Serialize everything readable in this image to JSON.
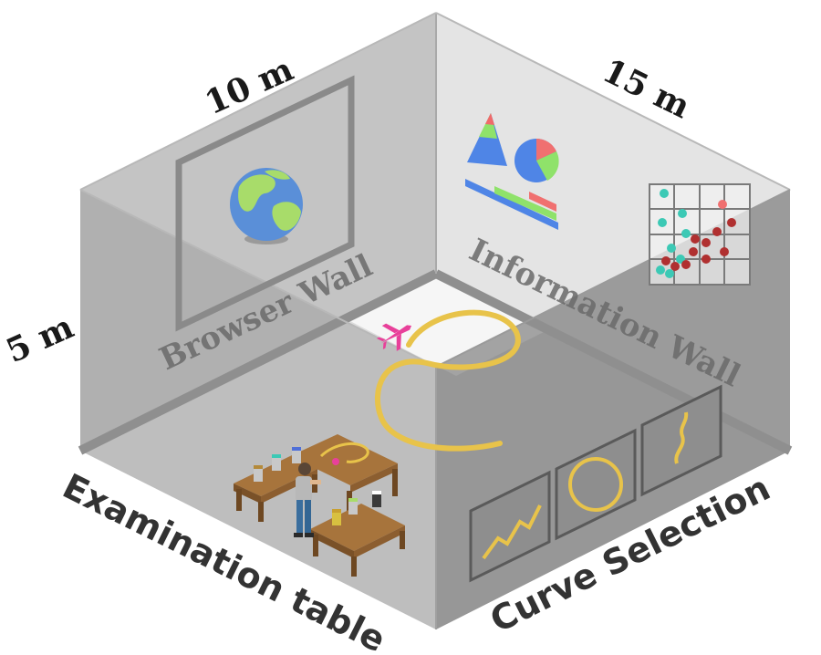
{
  "dimensions": {
    "width": "10 m",
    "depth": "15 m",
    "height": "5 m"
  },
  "walls": {
    "left": "Browser Wall",
    "right": "Information Wall"
  },
  "floor": {
    "front_left": "Examination table",
    "front_right": "Curve Selection"
  },
  "icons": {
    "globe": "globe-icon",
    "airplane": "airplane-icon",
    "shapes": "shapes-chart-icon",
    "scatter": "scatter-plot-icon",
    "person": "person-icon"
  },
  "colors": {
    "curve": "#e8c34a",
    "airplane": "#e8409a",
    "scatter_red": "#b03030",
    "scatter_teal": "#3cc9b5"
  }
}
